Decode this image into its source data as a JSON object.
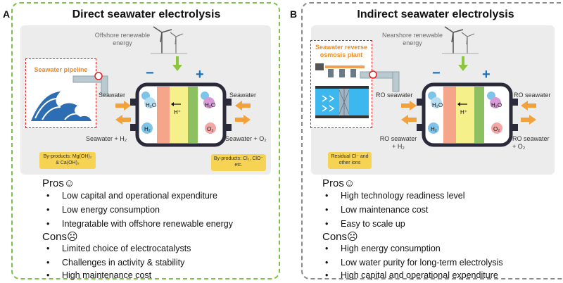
{
  "panelA": {
    "letter": "A",
    "title": "Direct seawater electrolysis",
    "energy_label": "Offshore renewable energy",
    "source_label": "Seawater pipeline",
    "inlet_left": "Seawater",
    "inlet_right": "Seawater",
    "outlet_left": "Seawater + H₂",
    "outlet_right": "Seawater + O₂",
    "byproduct_left": "By-products: Mg(OH)₂ & Ca(OH)₂",
    "byproduct_right": "By-products: Cl₂, ClO⁻ etc.",
    "pros_heading": "Pros☺",
    "pros": [
      "Low capital and operational expenditure",
      "Low energy consumption",
      "Integratable with offshore renewable energy"
    ],
    "cons_heading": "Cons☹",
    "cons": [
      "Limited choice of electrocatalysts",
      "Challenges in activity & stability",
      "High maintenance cost"
    ]
  },
  "panelB": {
    "letter": "B",
    "title": "Indirect seawater electrolysis",
    "energy_label": "Nearshore renewable energy",
    "source_label": "Seawater reverse osmosis plant",
    "inlet_left": "RO seawater",
    "inlet_right": "RO seawater",
    "outlet_left": "RO seawater + H₂",
    "outlet_right": "RO seawater + O₂",
    "byproduct_left": "Residual Cl⁻ and other ions",
    "pros_heading": "Pros☺",
    "pros": [
      "High technology readiness level",
      "Low maintenance cost",
      "Easy to scale up"
    ],
    "cons_heading": "Cons☹",
    "cons": [
      "High energy consumption",
      "Low water purity for long-term electrolysis",
      "High capital and operational expenditure"
    ]
  },
  "cell": {
    "minus": "−",
    "plus": "+",
    "ion": "H⁺",
    "h2o": "H₂O",
    "h2": "H₂",
    "o2": "O₂"
  },
  "colors": {
    "panelA_border": "#7cbf4a",
    "panelB_border": "#8a8a8a",
    "arrow_orange": "#f2a13b",
    "energy_arrow_green": "#8cc63f",
    "minus_blue": "#1a6fb8",
    "plus_blue": "#1a6fb8",
    "membrane_pink": "#f4a58a",
    "membrane_yellow": "#f6f08a",
    "membrane_green": "#8cc060"
  }
}
